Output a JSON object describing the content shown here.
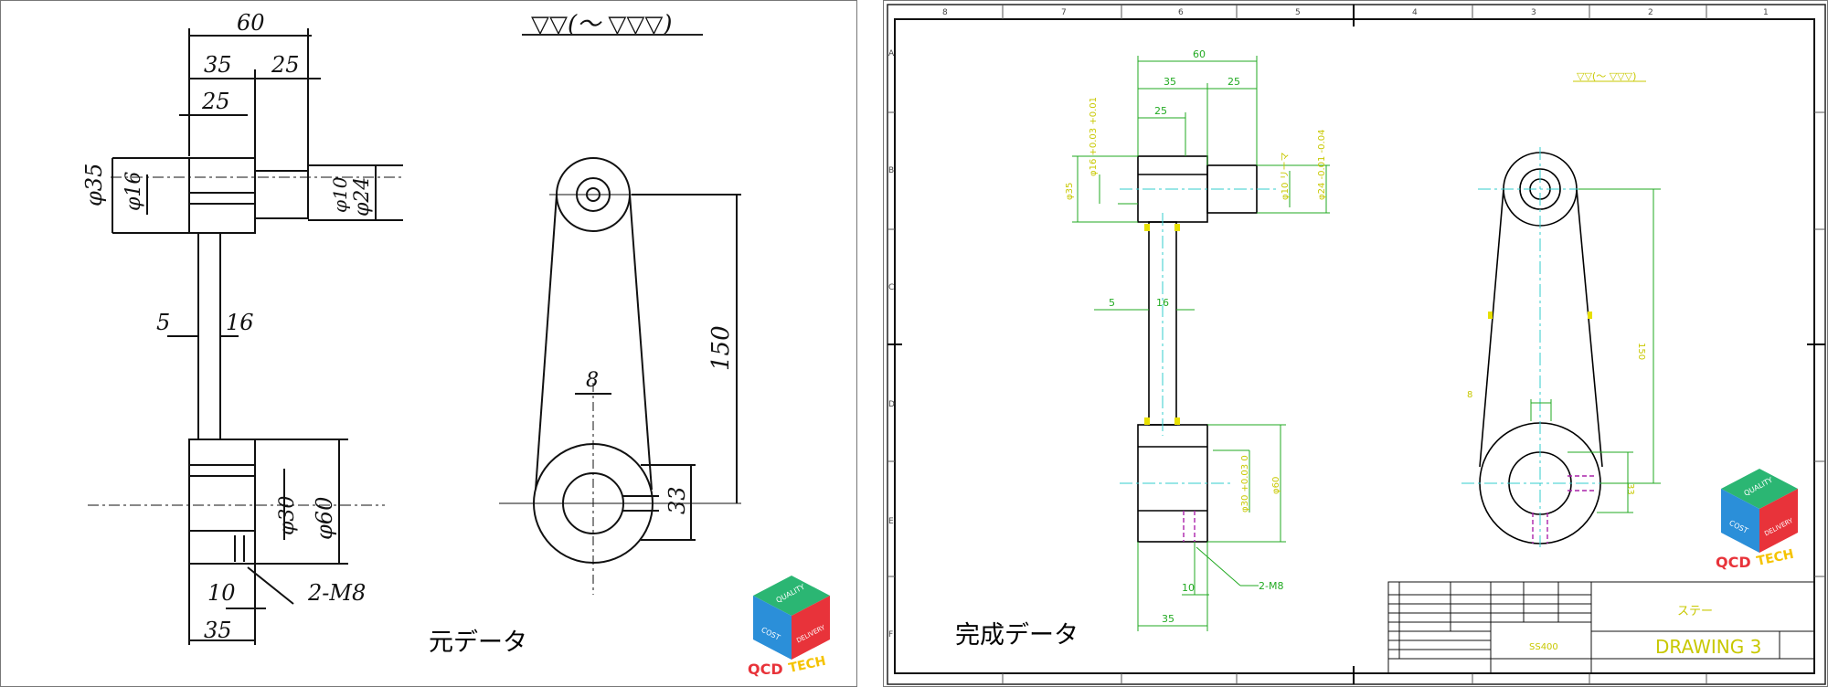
{
  "left": {
    "caption": "元データ",
    "surface_mark": "▽▽(～ ▽▽▽)",
    "dims": {
      "d60": "60",
      "d35a": "35",
      "d25a": "25",
      "d25b": "25",
      "d5": "5",
      "d16": "16",
      "d150": "150",
      "d8": "8",
      "d33": "33",
      "d10": "10",
      "d35b": "35",
      "m8": "2-M8",
      "phi35": "φ35",
      "phi16": "φ16",
      "phi30": "φ30",
      "phi60": "φ60",
      "phi24": "φ24",
      "phi10": "φ10"
    }
  },
  "right": {
    "caption": "完成データ",
    "surface_mark": "▽▽(～ ▽▽▽)",
    "dims": {
      "d60": "60",
      "d35a": "35",
      "d25a": "25",
      "d25b": "25",
      "d5": "5",
      "d16": "16",
      "d150": "150",
      "d8": "8",
      "d33": "33",
      "d10": "10",
      "d35b": "35",
      "m8": "2-M8",
      "phi35": "φ35",
      "phi16": "φ16 +0.03 +0.01",
      "phi10r": "φ10 リーマ",
      "phi24": "φ24 -0.01 -0.04",
      "phi30": "φ30 +0.03 0",
      "phi60": "φ60"
    },
    "title_block": {
      "part_name": "ステー",
      "material": "SS400",
      "drawing_no": "DRAWING 3"
    },
    "border_cols": [
      "8",
      "7",
      "6",
      "5",
      "4",
      "3",
      "2",
      "1"
    ],
    "border_rows": [
      "A",
      "B",
      "C",
      "D",
      "E",
      "F"
    ]
  },
  "logo": {
    "top_face": "QUALITY",
    "left_face": "COST",
    "right_face": "DELIVERY",
    "brand": "QCD",
    "brand_tail": "TECH",
    "colors": {
      "green": "#2bb673",
      "blue": "#2b8fd9",
      "red": "#e8333a",
      "yellow": "#f5c300"
    }
  }
}
